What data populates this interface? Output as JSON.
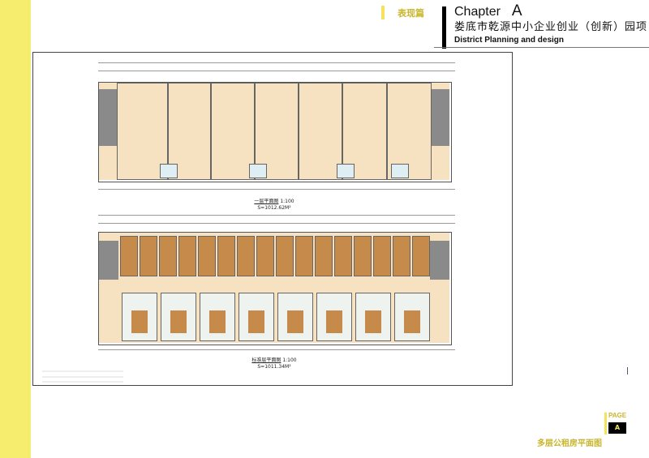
{
  "header": {
    "section_tag": "表现篇",
    "chapter_label": "Chapter",
    "chapter_letter": "A",
    "project_title": "娄底市乾源中小企业创业（创新）园项目",
    "subtitle": "District Planning and design"
  },
  "plans": [
    {
      "title": "一层平面图",
      "scale": "1:100",
      "area": "S=1012.62M²",
      "colors": {
        "shop": "#f6e2c0",
        "stair": "#8a8a8a"
      }
    },
    {
      "title": "标准层平面图",
      "scale": "1:100",
      "area": "S=1011.34M²",
      "colors": {
        "room": "#c68a4a",
        "corridor": "#f6e2c0",
        "stair": "#8a8a8a"
      }
    }
  ],
  "footer": {
    "page_label": "PAGE",
    "page_letter": "A",
    "caption": "多层公租房平面图"
  },
  "colors": {
    "accent_yellow": "#f6ec6e",
    "gold_text": "#c9b52a"
  }
}
